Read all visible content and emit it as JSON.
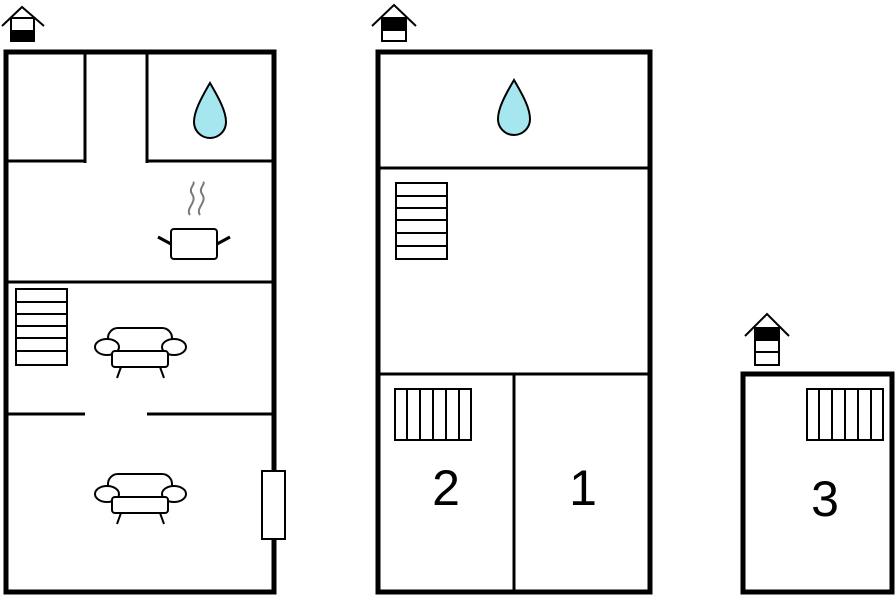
{
  "colors": {
    "background": "#ffffff",
    "line": "#000000",
    "water": "#a6e6ee",
    "steam": "#7a7a7a"
  },
  "floors": [
    {
      "level_icon": "floor-level-ground-icon",
      "rooms": [
        {
          "type": "storage",
          "icon": "none"
        },
        {
          "type": "bathroom",
          "icon": "water-drop-icon"
        },
        {
          "type": "kitchen",
          "icon": "cooking-pot-icon"
        },
        {
          "type": "living",
          "icon": "sofa-icon"
        },
        {
          "type": "living",
          "icon": "sofa-icon"
        }
      ],
      "fixtures": [
        "staircase-icon",
        "stove-icon"
      ]
    },
    {
      "level_icon": "floor-level-first-icon",
      "rooms": [
        {
          "type": "bathroom",
          "icon": "water-drop-icon"
        },
        {
          "type": "hall",
          "icon": "staircase-icon"
        },
        {
          "type": "bedroom",
          "label": "2",
          "icon": "bed-icon"
        },
        {
          "type": "bedroom",
          "label": "1",
          "icon": "none"
        }
      ]
    },
    {
      "level_icon": "floor-level-second-icon",
      "rooms": [
        {
          "type": "bedroom",
          "label": "3",
          "icon": "bed-icon"
        }
      ]
    }
  ]
}
